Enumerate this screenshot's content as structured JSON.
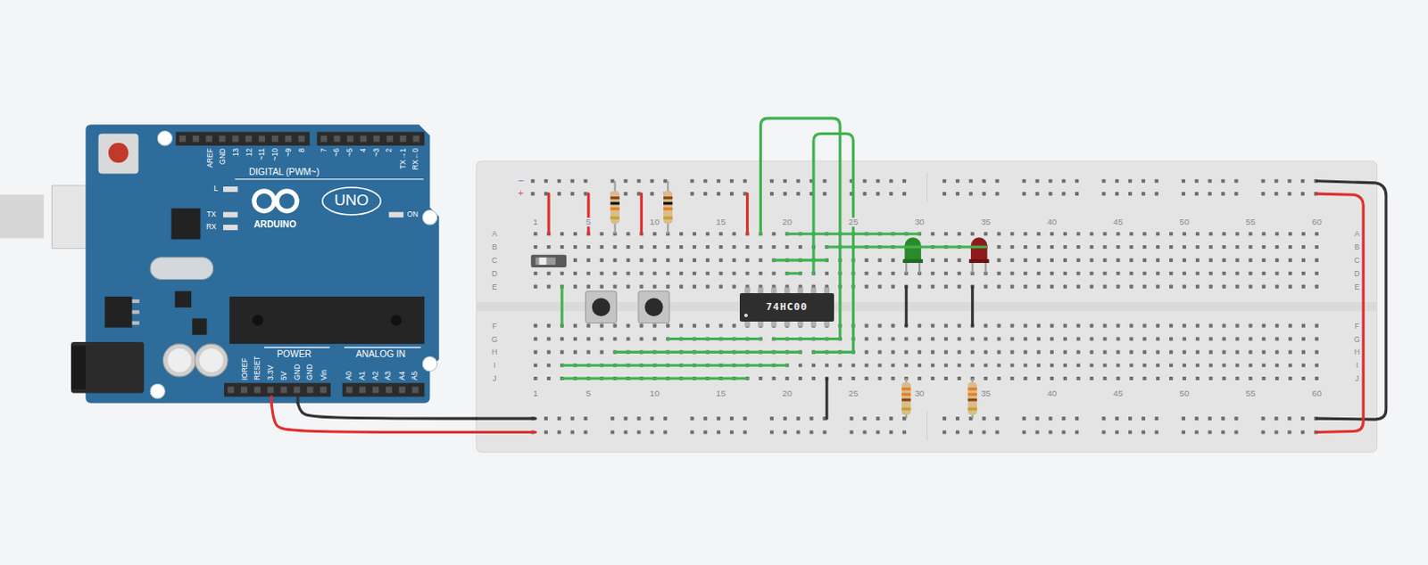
{
  "diagram": {
    "nodes": [
      {
        "text": [
          "AREF",
          "GND",
          "13",
          "12",
          "~11",
          "~10",
          "~9",
          "8",
          "7",
          "~6",
          "~5",
          "4",
          "~3",
          "2",
          "TX→1",
          "RX←0",
          "DIGITAL (PWM~)",
          "L",
          "TX",
          "RX",
          "ON",
          "ARDUINO",
          "UNO",
          "IOREF",
          "RESET",
          "3.3V",
          "5V",
          "GND",
          "GND",
          "Vin",
          "POWER",
          "ANALOG IN",
          "A0",
          "A1",
          "A2",
          "A3",
          "A4",
          "A5"
        ]
      },
      {
        "text": [
          "−",
          "+",
          "1",
          "5",
          "10",
          "15",
          "20",
          "25",
          "30",
          "35",
          "40",
          "45",
          "50",
          "55",
          "60",
          "A",
          "B",
          "C",
          "D",
          "E",
          "F",
          "G",
          "H",
          "I",
          "J",
          "A",
          "B",
          "C",
          "D",
          "E",
          "F",
          "G",
          "H",
          "I",
          "J",
          "1",
          "5",
          "10",
          "15",
          "20",
          "25",
          "30",
          "35",
          "40",
          "45",
          "50",
          "55",
          "60"
        ]
      },
      {
        "text": [
          "74HC00"
        ],
        "in": 1
      }
    ],
    "edges": [
      {
        "from": 0,
        "to": 1,
        "arrow": "none"
      },
      {
        "from": 0,
        "to": 1,
        "arrow": "none"
      }
    ]
  }
}
